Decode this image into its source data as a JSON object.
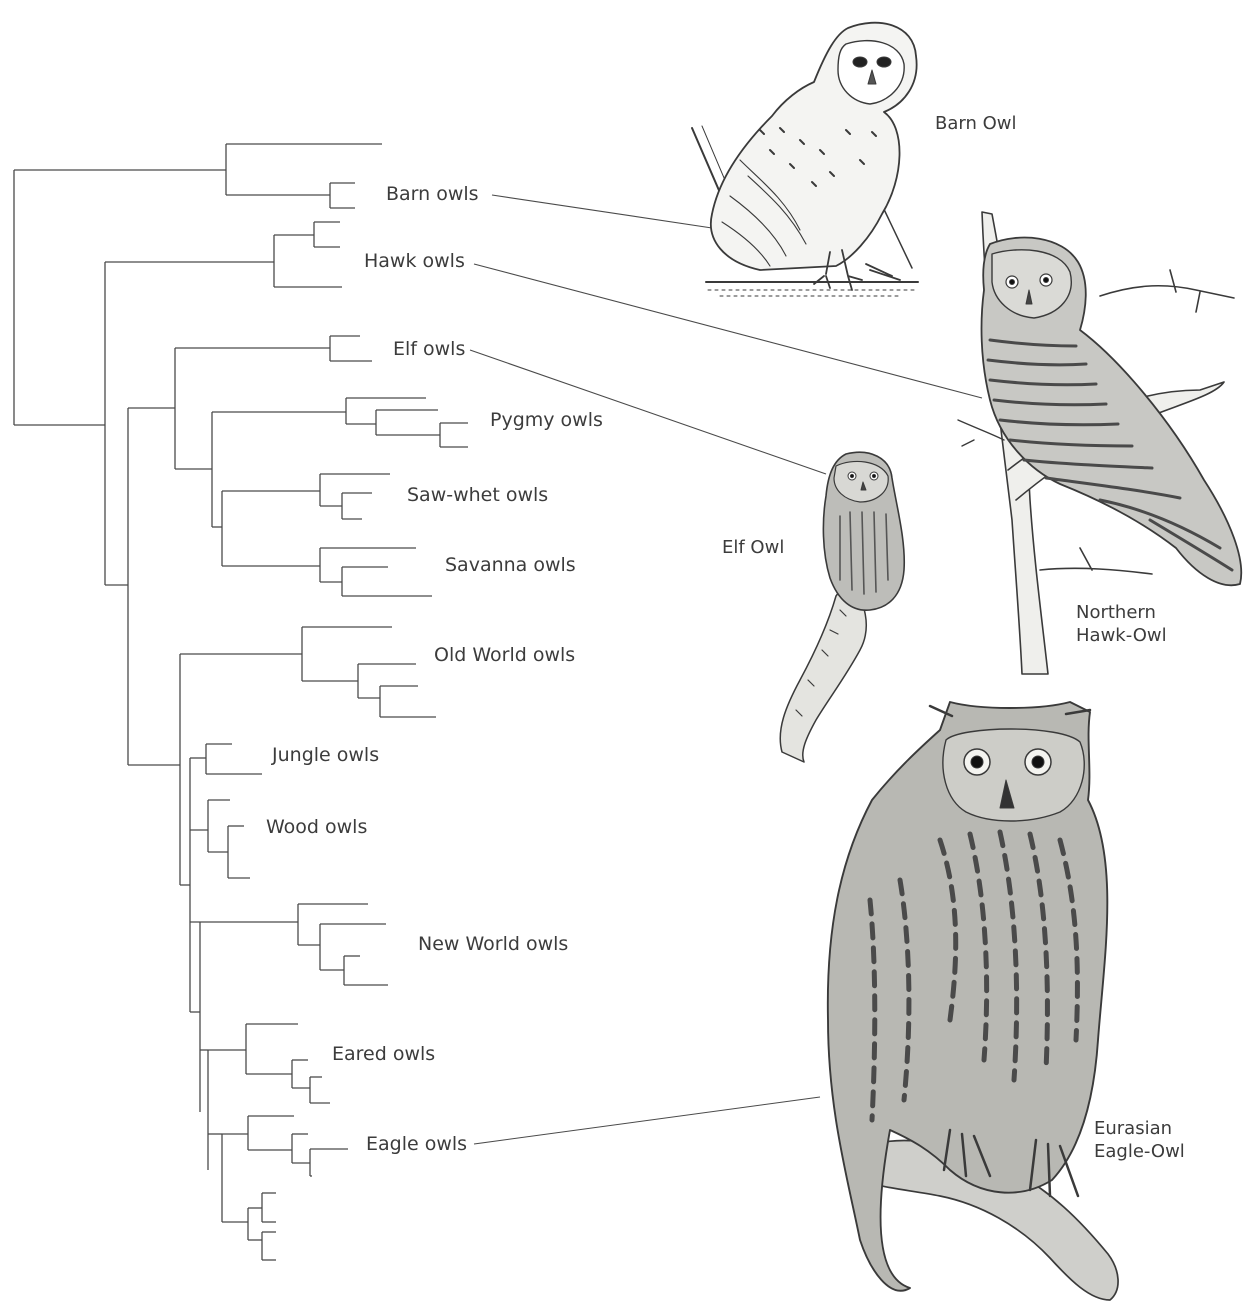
{
  "clade_labels": {
    "barn": "Barn owls",
    "hawk": "Hawk owls",
    "elf": "Elf owls",
    "pygmy": "Pygmy owls",
    "sawwhet": "Saw-whet owls",
    "savanna": "Savanna owls",
    "oldworld": "Old World owls",
    "jungle": "Jungle owls",
    "wood": "Wood owls",
    "newworld": "New World owls",
    "eared": "Eared owls",
    "eagle": "Eagle owls"
  },
  "species_labels": {
    "barn_owl": [
      "Barn Owl"
    ],
    "elf_owl": [
      "Elf Owl"
    ],
    "hawk_owl": [
      "Northern",
      "Hawk-Owl"
    ],
    "eagle_owl": [
      "Eurasian",
      "Eagle-Owl"
    ]
  },
  "icons": [
    "barn-owl-illustration",
    "northern-hawk-owl-illustration",
    "elf-owl-illustration",
    "eurasian-eagle-owl-illustration"
  ],
  "colors": {
    "line": "#4a4a4a",
    "text": "#3c3c3c",
    "sketch": "#3a3a3a"
  }
}
